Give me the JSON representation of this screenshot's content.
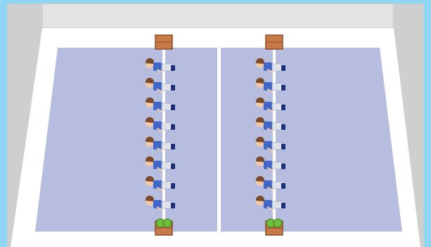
{
  "scene": {
    "colors": {
      "frame": "#8fd6f5",
      "wall": "#e3e3e3",
      "floor": "#ffffff",
      "court": "#b6bddf",
      "divider": "#ffffff",
      "crate": "#c87a48",
      "crate_dark": "#8a4e2a",
      "ball_fill": "#6fbf3a",
      "shirt": "#3f66c8",
      "pants": "#dfe2ea",
      "shoes": "#1b2f7a",
      "hair": "#7a4a2a",
      "skin": "#f1c9a8"
    },
    "lanes": [
      {
        "id": "left",
        "top_item": "empty-crate",
        "bottom_item": "ball-crate",
        "players": 8
      },
      {
        "id": "right",
        "top_item": "empty-crate",
        "bottom_item": "ball-crate",
        "players": 8
      }
    ]
  }
}
